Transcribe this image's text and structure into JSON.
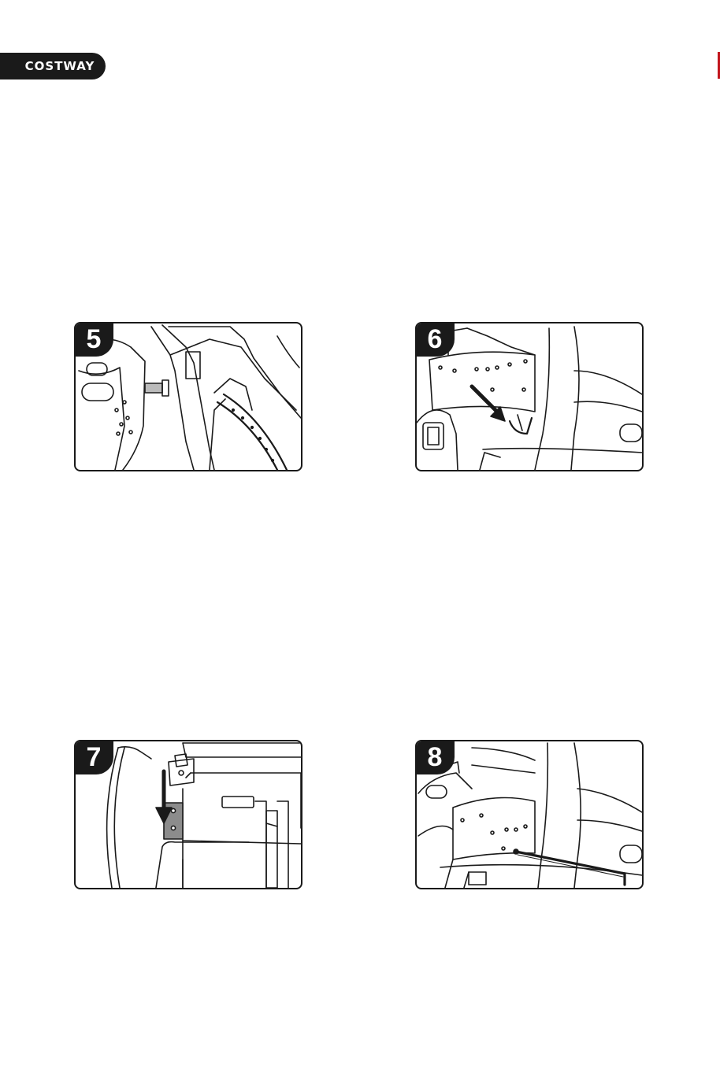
{
  "brand": {
    "name": "COSTWAY"
  },
  "steps": [
    {
      "number": "5"
    },
    {
      "number": "6"
    },
    {
      "number": "7"
    },
    {
      "number": "8"
    }
  ],
  "colors": {
    "ink": "#1a1a1a",
    "accent_mark": "#c2151c",
    "plate_fill": "#8c8c8c"
  }
}
